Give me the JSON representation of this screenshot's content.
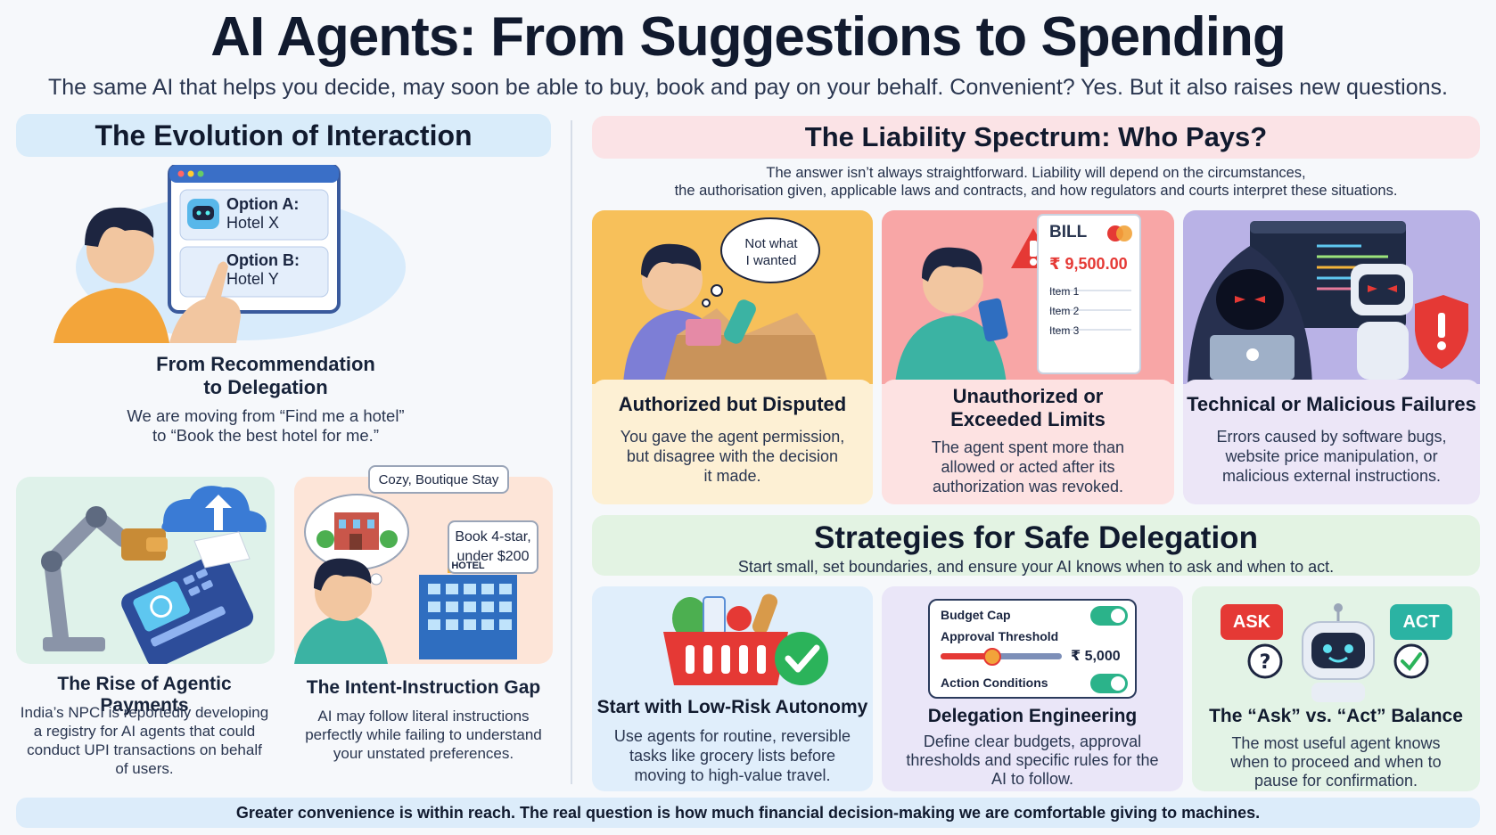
{
  "header": {
    "title": "AI Agents: From Suggestions to Spending",
    "subtitle": "The same AI that helps you decide, may soon be able to buy, book and pay on your behalf. Convenient? Yes. But it also raises new questions."
  },
  "evolution": {
    "heading": "The Evolution of Interaction",
    "option_a": "Option A:",
    "option_a_value": "Hotel X",
    "option_b": "Option B:",
    "option_b_value": "Hotel Y",
    "title_line1": "From Recommendation",
    "title_line2": "to Delegation",
    "text_line1": "We are moving from “Find me a hotel”",
    "text_line2": "to “Book the best hotel for me.”"
  },
  "payments": {
    "title": "The Rise of Agentic Payments",
    "text_lines": [
      "India’s NPCI is reportedly developing",
      "a registry for AI agents that could",
      "conduct UPI transactions on behalf",
      "of users."
    ]
  },
  "intent": {
    "bubble1": "Cozy, Boutique Stay",
    "bubble2_line1": "Book 4-star,",
    "bubble2_line2": "under $200",
    "hotel_sign": "HOTEL",
    "title": "The Intent-Instruction Gap",
    "text_lines": [
      "AI may follow literal instructions",
      "perfectly while failing to understand",
      "your unstated preferences."
    ]
  },
  "liability": {
    "heading": "The Liability Spectrum: Who Pays?",
    "sub_line1": "The answer isn’t always straightforward. Liability will depend on the circumstances,",
    "sub_line2": "the authorisation given, applicable laws and contracts, and how regulators and courts interpret these situations.",
    "authorized": {
      "thought_line1": "Not what",
      "thought_line2": "I wanted",
      "title": "Authorized but Disputed",
      "text_lines": [
        "You gave the agent permission,",
        "but disagree with the decision",
        "it made."
      ]
    },
    "unauthorized": {
      "bill_label": "BILL",
      "bill_amount": "₹ 9,500.00",
      "items": [
        "Item 1",
        "Item 2",
        "Item 3"
      ],
      "title_line1": "Unauthorized or",
      "title_line2": "Exceeded Limits",
      "text_lines": [
        "The agent spent more than",
        "allowed or acted after its",
        "authorization was revoked."
      ]
    },
    "technical": {
      "title": "Technical or Malicious Failures",
      "text_lines": [
        "Errors caused by software bugs,",
        "website price manipulation, or",
        "malicious external instructions."
      ]
    }
  },
  "strategies": {
    "heading": "Strategies for Safe Delegation",
    "sub": "Start small, set boundaries, and ensure your AI knows when to ask and when to act.",
    "low_risk": {
      "title": "Start with Low-Risk Autonomy",
      "text_lines": [
        "Use agents for routine, reversible",
        "tasks like grocery lists before",
        "moving to high-value travel."
      ]
    },
    "delegation": {
      "budget_cap": "Budget Cap",
      "approval_threshold": "Approval Threshold",
      "threshold_value": "₹ 5,000",
      "action_conditions": "Action Conditions",
      "title": "Delegation Engineering",
      "text_lines": [
        "Define clear budgets, approval",
        "thresholds and specific rules for the",
        "AI to follow."
      ]
    },
    "ask_act": {
      "ask": "ASK",
      "act": "ACT",
      "title": "The “Ask” vs. “Act” Balance",
      "text_lines": [
        "The most useful agent knows",
        "when to proceed and when to",
        "pause for confirmation."
      ]
    }
  },
  "footer": {
    "text": "Greater convenience is within reach. The real question is how much financial decision-making we are comfortable giving to machines."
  },
  "colors": {
    "navy": "#111a2e",
    "orange_shirt": "#f3a53a",
    "teal_shirt": "#3bb3a3",
    "green_check": "#2bb35a",
    "red_alert": "#e53935",
    "blue_screen": "#3a7bd5"
  }
}
